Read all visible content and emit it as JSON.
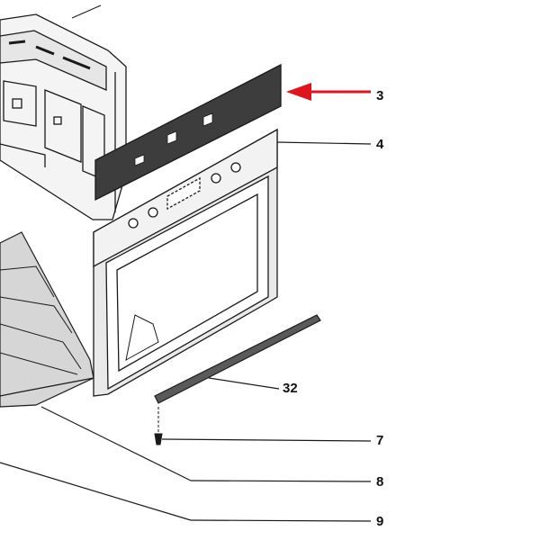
{
  "diagram": {
    "colors": {
      "line": "#1a1a1a",
      "arrow": "#e0141e",
      "panel_fill": "#3d3d3d",
      "shelf_fill": "#d6d6d6",
      "part_fill": "#e9e9e9",
      "body_fill": "#f4f4f4"
    },
    "callouts": [
      {
        "id": "3",
        "label": "3",
        "highlighted": true
      },
      {
        "id": "4",
        "label": "4",
        "highlighted": false
      },
      {
        "id": "32",
        "label": "32",
        "highlighted": false
      },
      {
        "id": "7",
        "label": "7",
        "highlighted": false
      },
      {
        "id": "8",
        "label": "8",
        "highlighted": false
      },
      {
        "id": "9",
        "label": "9",
        "highlighted": false
      }
    ]
  }
}
